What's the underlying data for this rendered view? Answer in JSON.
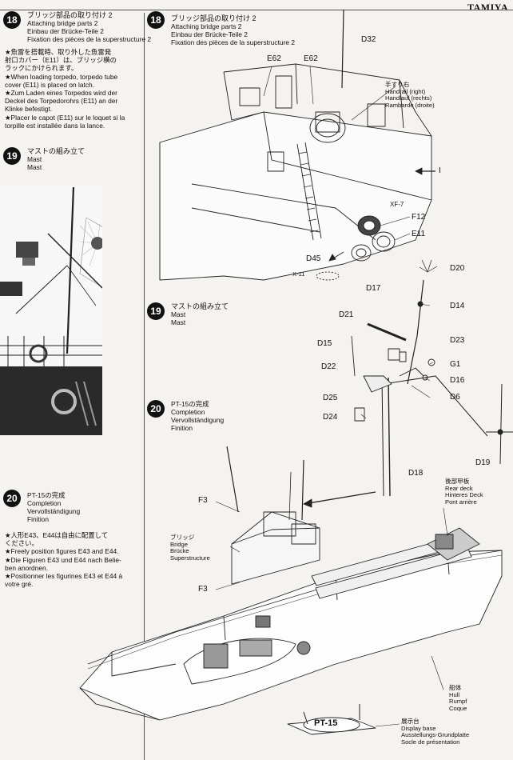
{
  "brand": "TAMIYA",
  "left_column": {
    "step18": {
      "number": "18",
      "jp": "ブリッジ部品の取り付け 2",
      "en": "Attaching bridge parts 2",
      "de": "Einbau der Brücke-Teile 2",
      "fr": "Fixation des pièces de la superstructure 2"
    },
    "step18_notes": [
      "★魚雷を搭載時、取り外した魚雷発",
      "射口カバー（E11）は、ブリッジ横の",
      "ラックにかけられます。",
      "★When loading torpedo, torpedo tube",
      "cover (E11) is placed on latch.",
      "★Zum Laden eines Torpedos wird der",
      "Deckel des Torpedorohrs (E11) an der",
      "Klinke befestigt.",
      "★Placer le capot (E11) sur le loquet si la",
      "torpille est installée dans la lance."
    ],
    "step19": {
      "number": "19",
      "jp": "マストの組み立て",
      "en": "Mast",
      "de": "Mast"
    },
    "step20": {
      "number": "20",
      "jp": "PT-15の完成",
      "en": "Completion",
      "de": "Vervollständigung",
      "fr": "Finition"
    },
    "step20_notes": [
      "★人形E43、E44は自由に配置して",
      "ください。",
      "★Freely position figures E43 and E44.",
      "★Die Figuren E43 und E44 nach Belie-",
      "ben anordnen.",
      "★Positionner les figurines E43 et E44 à",
      "votre gré."
    ]
  },
  "right_column": {
    "step18": {
      "number": "18",
      "jp": "ブリッジ部品の取り付け 2",
      "en": "Attaching bridge parts 2",
      "de": "Einbau der Brücke-Teile 2",
      "fr": "Fixation des pièces de la superstructure 2"
    },
    "handrail": [
      "手すり右",
      "Handrail (right)",
      "Handlauf (rechts)",
      "Rambarde (droite)"
    ],
    "step19": {
      "number": "19",
      "jp": "マストの組み立て",
      "en": "Mast",
      "de": "Mast"
    },
    "step20": {
      "number": "20",
      "jp": "PT-15の完成",
      "en": "Completion",
      "de": "Vervollständigung",
      "fr": "Finition"
    },
    "rear_deck": [
      "後部甲板",
      "Rear deck",
      "Hinteres Deck",
      "Pont arrière"
    ],
    "bridge": [
      "ブリッジ",
      "Bridge",
      "Brücke",
      "Superstructure"
    ],
    "hull": [
      "船体",
      "Hull",
      "Rumpf",
      "Coque"
    ],
    "base": [
      "展示台",
      "Display base",
      "Ausstellungs-Grundplatte",
      "Socle de présentation"
    ]
  },
  "parts": {
    "d32": "D32",
    "e62a": "E62",
    "e62b": "E62",
    "i": "I",
    "xf7": "XF-7",
    "f12": "F12",
    "e11": "E11",
    "d45": "D45",
    "x11": "X-11",
    "d20": "D20",
    "d17": "D17",
    "d14": "D14",
    "d21": "D21",
    "d15": "D15",
    "d23": "D23",
    "d22": "D22",
    "g1": "G1",
    "d16": "D16",
    "d6": "D6",
    "d25": "D25",
    "d24": "D24",
    "d19": "D19",
    "d18": "D18",
    "f3a": "F3",
    "f3b": "F3",
    "hull_marking": "PT-15"
  },
  "colors": {
    "ink": "#111111",
    "paper": "#f4f3f0",
    "photo_hull": "#222222"
  }
}
